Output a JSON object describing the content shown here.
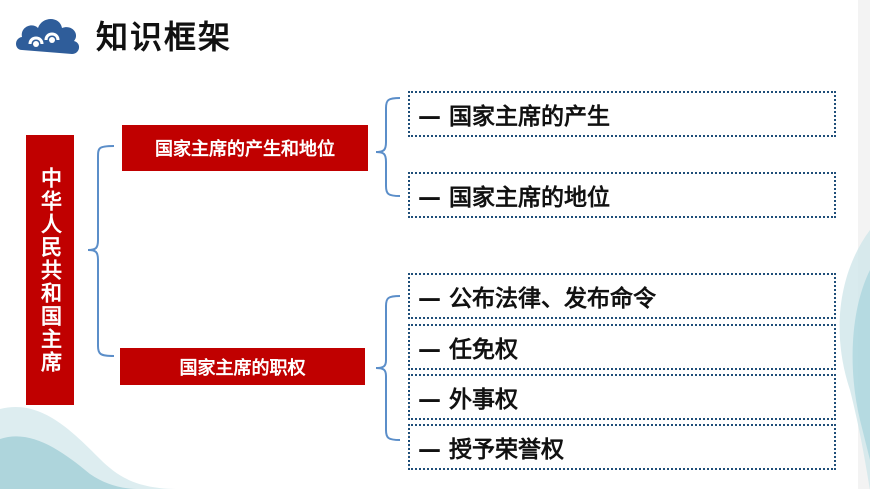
{
  "header": {
    "title": "知识框架"
  },
  "root": {
    "label": "中华人民共和国主席"
  },
  "branches": [
    {
      "label": "国家主席的产生和地位",
      "items": [
        "— 国家主席的产生",
        "— 国家主席的地位"
      ]
    },
    {
      "label": "国家主席的职权",
      "items": [
        "— 公布法律、发布命令",
        "— 任免权",
        "— 外事权",
        "— 授予荣誉权"
      ]
    }
  ],
  "colors": {
    "accent_red": "#c00000",
    "bracket_blue": "#5b8ec9",
    "dotted_border": "#1f4e79"
  },
  "icons": [
    "cloud-logo-icon"
  ]
}
